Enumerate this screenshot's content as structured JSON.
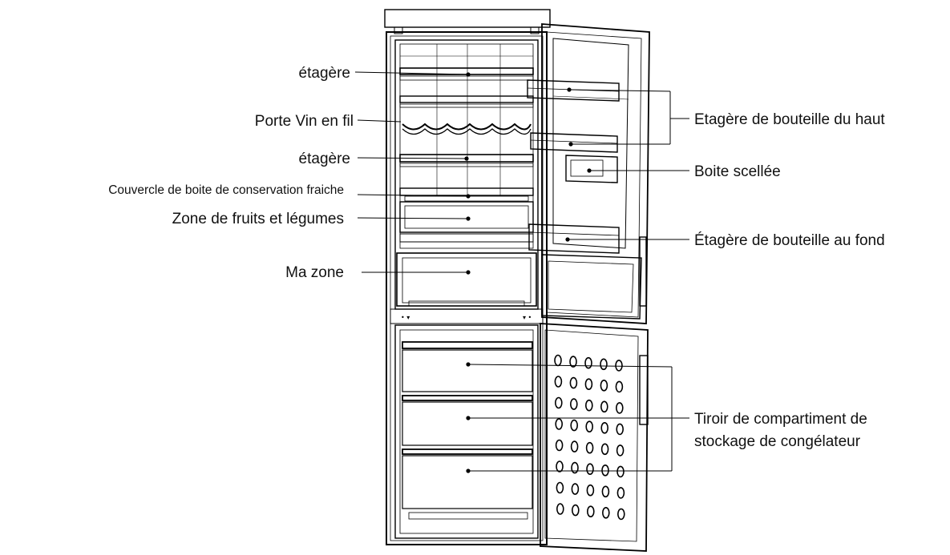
{
  "labels": {
    "etagere_top": "étagère",
    "porte_vin": "Porte Vin en fil",
    "etagere_mid": "étagère",
    "couvercle": "Couvercle de boite de conservation fraiche",
    "zone_fruits": "Zone de fruits et légumes",
    "ma_zone": "Ma zone",
    "bottle_top": "Etagère de bouteille du haut",
    "boite_scellee": "Boite scellée",
    "bottle_bottom": "Étagère de bouteille au fond",
    "tiroir_line1": "Tiroir de compartiment de",
    "tiroir_line2": "stockage de congélateur"
  },
  "colors": {
    "stroke": "#000000",
    "text": "#111111",
    "background": "#ffffff"
  }
}
